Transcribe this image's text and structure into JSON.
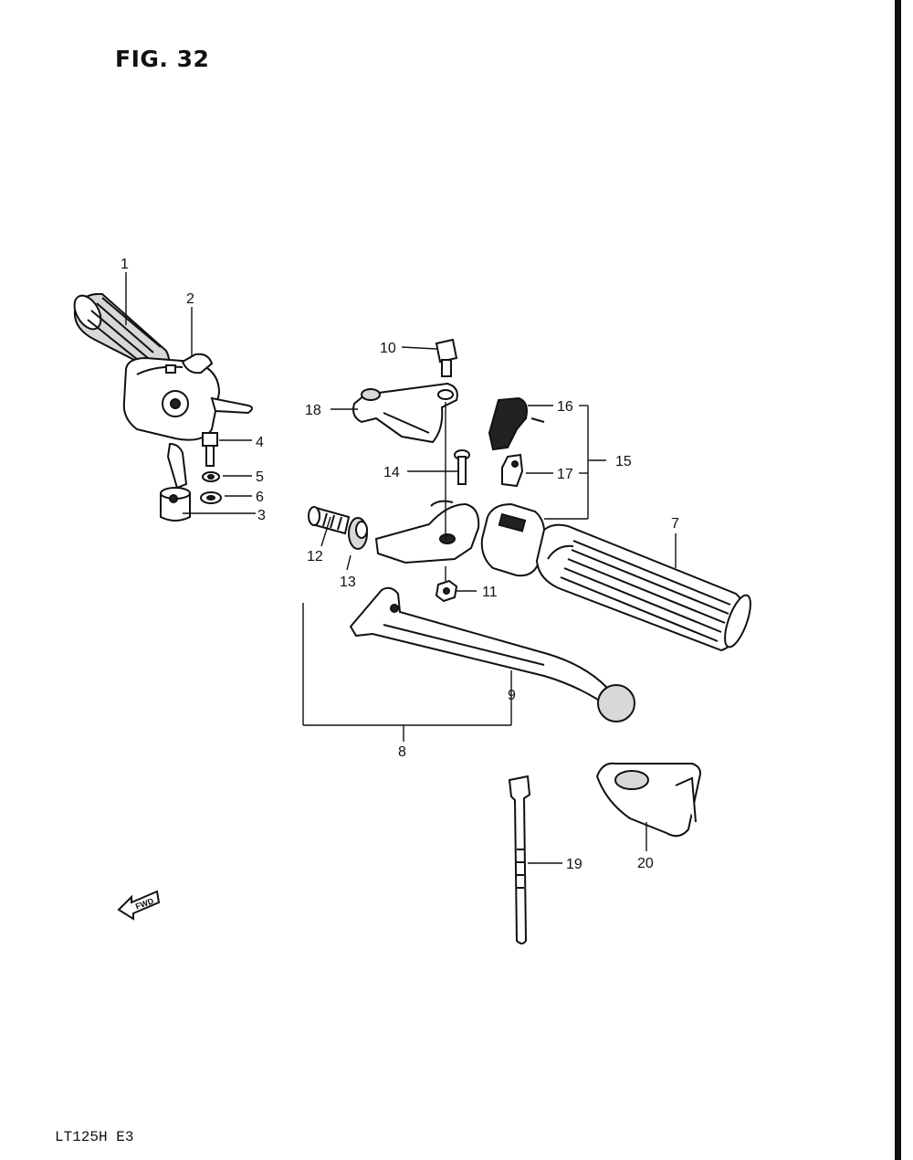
{
  "figure": {
    "title": "FIG. 32",
    "footer": "LT125H E3"
  },
  "fwd_mark": "FWD",
  "labels": [
    "1",
    "2",
    "3",
    "4",
    "5",
    "6",
    "7",
    "8",
    "9",
    "10",
    "11",
    "12",
    "13",
    "14",
    "15",
    "16",
    "17",
    "18",
    "19",
    "20"
  ]
}
